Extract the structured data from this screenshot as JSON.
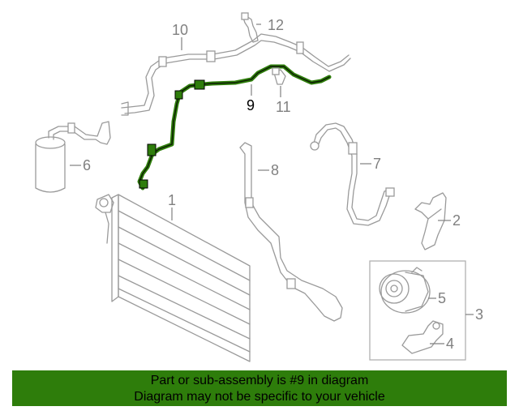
{
  "colors": {
    "highlight": "#2e7d0b",
    "line_art": "#9a9a9a",
    "label": "#808080"
  },
  "callouts": {
    "c1": "1",
    "c2": "2",
    "c3": "3",
    "c4": "4",
    "c5": "5",
    "c6": "6",
    "c7": "7",
    "c8": "8",
    "c9": "9",
    "c10": "10",
    "c11": "11",
    "c12": "12"
  },
  "footer": {
    "line1": "Part or sub-assembly is #9 in diagram",
    "line2": "Diagram may not be specific to your vehicle"
  }
}
